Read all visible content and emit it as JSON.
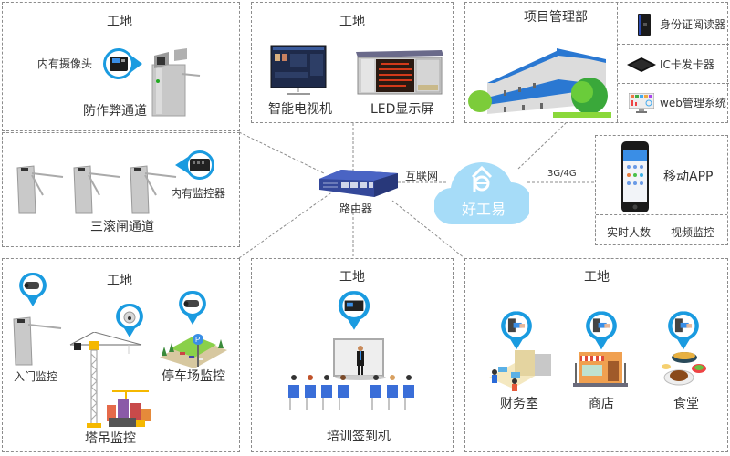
{
  "diagram": {
    "brand": {
      "name": "好工易",
      "color": "#a6dcf8"
    },
    "colors": {
      "pin_blue": "#1a9be0",
      "router_blue": "#34489a",
      "border": "#8c8c8c"
    },
    "router": {
      "label": "路由器"
    },
    "links": {
      "internet": "互联网",
      "mobile_net": "3G/4G"
    },
    "boxes": {
      "gate_anticheat": {
        "title": "工地",
        "callout": "内有摄像头",
        "label": "防作弊通道"
      },
      "tripod_gates": {
        "callout": "内有监控器",
        "label": "三滚闸通道"
      },
      "displays": {
        "title": "工地",
        "items": [
          "智能电视机",
          "LED显示屏"
        ]
      },
      "project_office": {
        "title": "项目管理部",
        "devices": [
          "身份证阅读器",
          "IC卡发卡器",
          "web管理系统"
        ]
      },
      "mobile_app": {
        "label": "移动APP",
        "features": [
          "实时人数",
          "视频监控"
        ]
      },
      "surveillance": {
        "title": "工地",
        "items": [
          "入门监控",
          "停车场监控",
          "塔吊监控"
        ]
      },
      "training": {
        "title": "工地",
        "label": "培训签到机"
      },
      "consumption": {
        "title": "工地",
        "items": [
          "财务室",
          "商店",
          "食堂"
        ]
      }
    }
  }
}
